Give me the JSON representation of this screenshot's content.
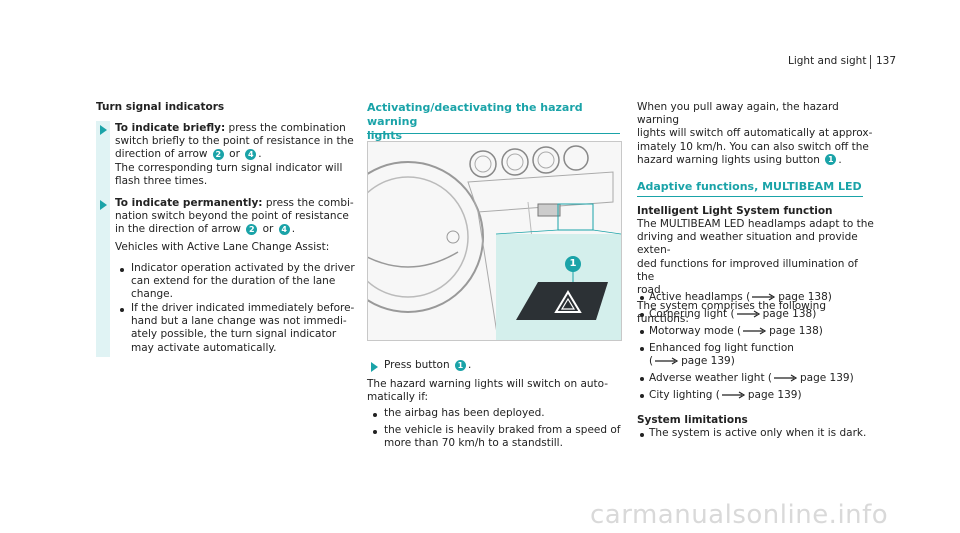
{
  "header": {
    "section": "Light and sight",
    "page_num": "137"
  },
  "col1": {
    "heading": "Turn signal indicators",
    "step1_label": "To indicate briefly:",
    "step1_l1": " press the combination",
    "step1_l2": "switch briefly to the point of resistance in the",
    "step1_l3a": "direction of arrow ",
    "n2": "2",
    "or": " or ",
    "n4": "4",
    "period": ".",
    "step1_l4": "The corresponding turn signal indicator will",
    "step1_l5": "flash three times.",
    "step2_label": "To indicate permanently:",
    "step2_l1": " press the combi-",
    "step2_l2": "nation switch beyond the point of resistance",
    "step2_l3a": "in the direction of arrow ",
    "vehicles": "Vehicles with Active Lane Change Assist:",
    "b1_l1": "Indicator operation activated by the driver",
    "b1_l2": "can extend for the duration of the lane",
    "b1_l3": "change.",
    "b2_l1": "If the driver indicated immediately before-",
    "b2_l2": "hand but a lane change was not immedi-",
    "b2_l3": "ately possible, the turn signal indicator",
    "b2_l4": "may activate automatically."
  },
  "col2": {
    "heading_l1": "Activating/deactivating the hazard warning",
    "heading_l2": "lights",
    "callout": "1",
    "press": "Press button ",
    "n1": "1",
    "period": ".",
    "p1": "The hazard warning lights will switch on auto-",
    "p2": "matically if:",
    "b1": "the airbag has been deployed.",
    "b2_l1": "the vehicle is heavily braked from a speed of",
    "b2_l2": "more than 70 km/h to a standstill."
  },
  "col3": {
    "p1": "When you pull away again, the hazard warning",
    "p2": "lights will switch off automatically at approx-",
    "p3": "imately 10 km/h. You can also switch off the",
    "p4a": "hazard warning lights using button ",
    "n1": "1",
    "period": ".",
    "heading": "Adaptive functions, MULTIBEAM LED",
    "sub1": "Intelligent Light System function",
    "q1": "The MULTIBEAM LED headlamps adapt to the",
    "q2": "driving and weather situation and provide exten-",
    "q3": "ded functions for improved illumination of the",
    "q4": "road.",
    "q5": "The system comprises the following functions:",
    "items": [
      {
        "a": "Active headlamps (",
        "ref": "page 138)"
      },
      {
        "a": "Cornering light (",
        "ref": "page 138)"
      },
      {
        "a": "Motorway mode (",
        "ref": "page 138)"
      },
      {
        "a": "Enhanced fog light function",
        "b": "(",
        "ref": "page 139)"
      },
      {
        "a": "Adverse weather light (",
        "ref": "page 139)"
      },
      {
        "a": "City lighting (",
        "ref": "page 139)"
      }
    ],
    "sub2": "System limitations",
    "lim": "The system is active only when it is dark."
  },
  "watermark": "carmanualsonline.info"
}
